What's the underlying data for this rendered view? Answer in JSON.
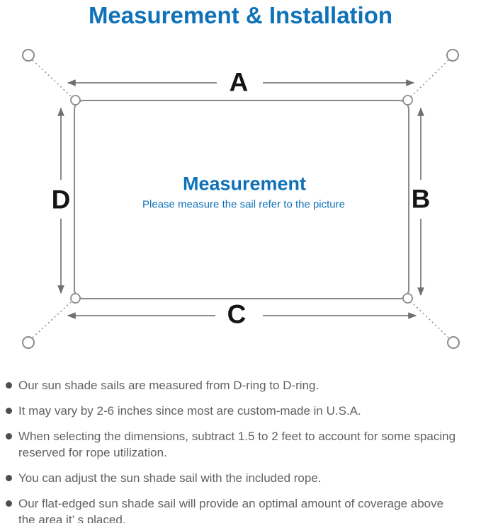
{
  "title": "Measurement & Installation",
  "diagram": {
    "dimension_labels": {
      "top": "A",
      "right": "B",
      "bottom": "C",
      "left": "D"
    },
    "center_title": "Measurement",
    "center_subtitle": "Please measure the sail refer to the picture"
  },
  "colors": {
    "accent_blue": "#0f72b9",
    "line_gray": "#7d7d7d",
    "label_black": "#151515",
    "note_gray": "#616161"
  },
  "notes": {
    "items": [
      "Our sun shade sails are measured from D-ring to D-ring.",
      "It may vary by 2-6 inches since most are custom-made in U.S.A.",
      "When selecting the dimensions, subtract 1.5 to 2 feet to account for some spacing\nreserved for rope utilization.",
      "You can adjust the sun shade sail with the included rope.",
      "Our flat-edged sun shade sail will provide an optimal amount of coverage above\nthe area it’ s placed."
    ]
  }
}
